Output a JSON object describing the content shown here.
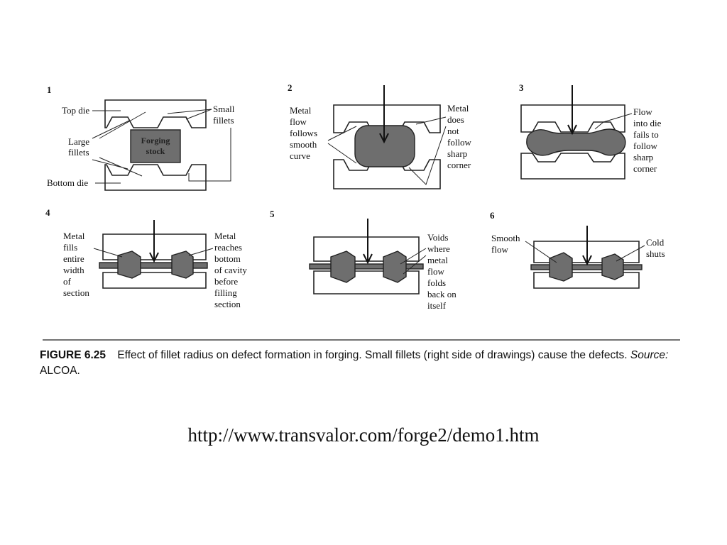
{
  "panels": [
    {
      "number": "1",
      "labels": {
        "top_die": "Top die",
        "large_fillets": [
          "Large",
          "fillets"
        ],
        "bottom_die": "Bottom die",
        "small_fillets": [
          "Small",
          "fillets"
        ],
        "stock": [
          "Forging",
          "stock"
        ]
      }
    },
    {
      "number": "2",
      "labels": {
        "left": [
          "Metal",
          "flow",
          "follows",
          "smooth",
          "curve"
        ],
        "right": [
          "Metal",
          "does",
          "not",
          "follow",
          "sharp",
          "corner"
        ]
      }
    },
    {
      "number": "3",
      "labels": {
        "right": [
          "Flow",
          "into die",
          "fails to",
          "follow",
          "sharp",
          "corner"
        ]
      }
    },
    {
      "number": "4",
      "labels": {
        "left": [
          "Metal",
          "fills",
          "entire",
          "width",
          "of",
          "section"
        ],
        "right": [
          "Metal",
          "reaches",
          "bottom",
          "of cavity",
          "before",
          "filling",
          "section"
        ]
      }
    },
    {
      "number": "5",
      "labels": {
        "right": [
          "Voids",
          "where",
          "metal",
          "flow",
          "folds",
          "back on",
          "itself"
        ]
      }
    },
    {
      "number": "6",
      "labels": {
        "left": [
          "Smooth",
          "flow"
        ],
        "right": [
          "Cold",
          "shuts"
        ]
      }
    }
  ],
  "caption": {
    "figure_number": "FIGURE 6.25",
    "text": "Effect of fillet radius on defect formation in forging. Small fillets (right side of drawings) cause the defects.",
    "source_label": "Source:",
    "source_value": "ALCOA."
  },
  "url": "http://www.transvalor.com/forge2/demo1.htm"
}
